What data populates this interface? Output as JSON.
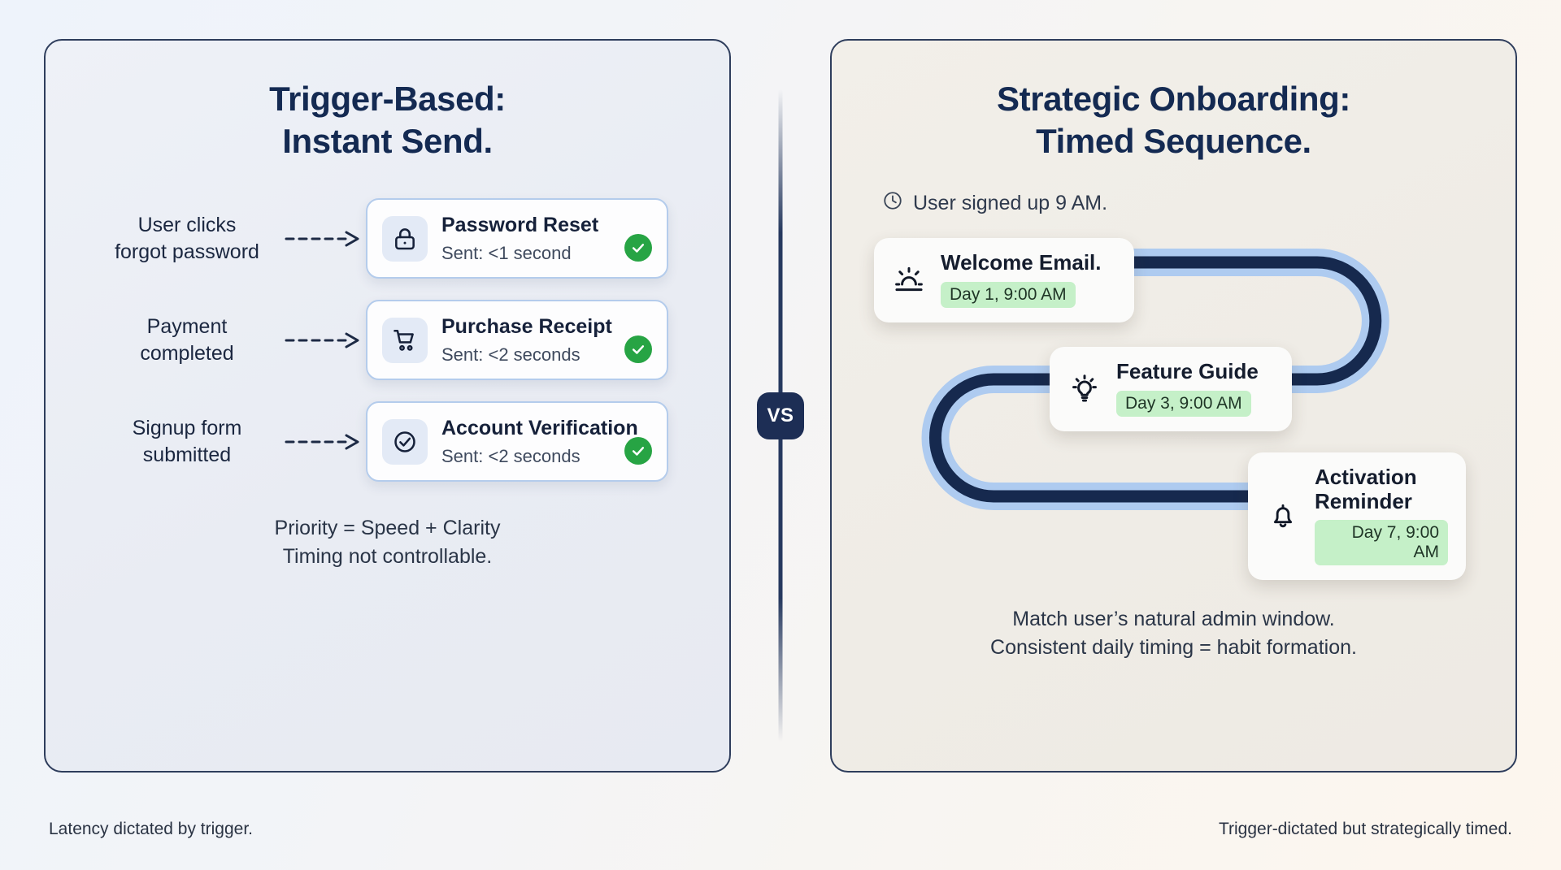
{
  "left": {
    "title_line1": "Trigger-Based:",
    "title_line2": "Instant Send.",
    "rows": [
      {
        "trigger_line1": "User clicks",
        "trigger_line2": "forgot password",
        "icon": "lock-icon",
        "title": "Password Reset",
        "subtitle": "Sent: <1 second",
        "status": "check-circle-icon"
      },
      {
        "trigger_line1": "Payment",
        "trigger_line2": "completed",
        "icon": "shopping-cart-icon",
        "title": "Purchase Receipt",
        "subtitle": "Sent: <2 seconds",
        "status": "check-circle-icon"
      },
      {
        "trigger_line1": "Signup form",
        "trigger_line2": "submitted",
        "icon": "check-circle-outline-icon",
        "title": "Account Verification",
        "subtitle": "Sent: <2 seconds",
        "status": "check-circle-icon"
      }
    ],
    "footnote_line1": "Priority = Speed + Clarity",
    "footnote_line2": "Timing not controllable.",
    "footer_caption": "Latency dictated by trigger."
  },
  "divider": {
    "badge_label": "VS"
  },
  "right": {
    "title_line1": "Strategic Onboarding:",
    "title_line2": "Timed Sequence.",
    "signup_icon": "clock-icon",
    "signup_text": "User signed up 9 AM.",
    "steps": [
      {
        "icon": "sunrise-icon",
        "title": "Welcome Email.",
        "badge": "Day 1, 9:00 AM"
      },
      {
        "icon": "lightbulb-icon",
        "title": "Feature Guide",
        "badge": "Day 3, 9:00 AM"
      },
      {
        "icon": "bell-icon",
        "title": "Activation\nReminder",
        "badge": "Day 7, 9:00 AM"
      }
    ],
    "footnote_line1": "Match user’s natural admin window.",
    "footnote_line2": "Consistent daily timing = habit formation.",
    "footer_caption": "Trigger-dictated but strategically timed."
  },
  "colors": {
    "navy": "#142a52",
    "card_border_blue": "#b4ccec",
    "check_green": "#27a444",
    "badge_green": "#c5f0c8",
    "path_outer": "#aecbf0",
    "path_inner": "#16294e"
  }
}
